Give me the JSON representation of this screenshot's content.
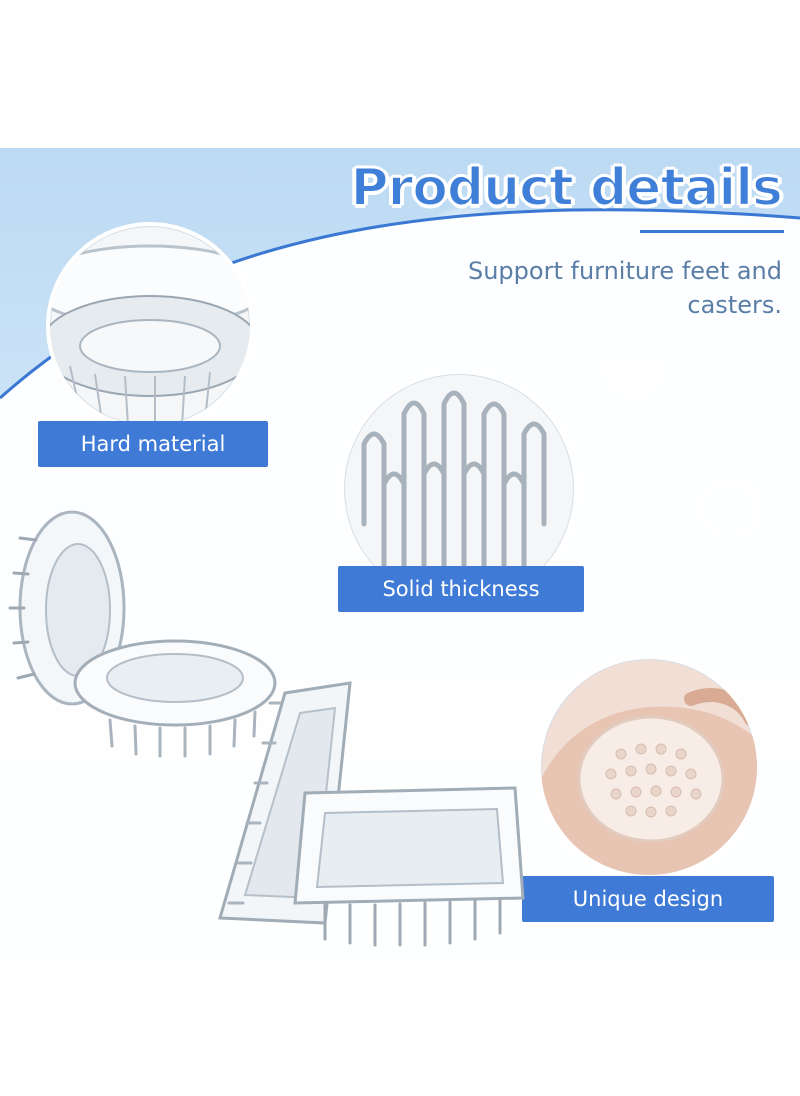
{
  "header": {
    "title": "Product details",
    "subtitle": "Support furniture feet and casters."
  },
  "labels": {
    "hard_material": "Hard material",
    "solid_thickness": "Solid thickness",
    "unique_design": "Unique design"
  },
  "colors": {
    "accent": "#3f7bd6",
    "title": "#3f7fd8",
    "subtitle": "#5a7ea6",
    "background_top": "#bcdaf3",
    "background_bottom": "#ecf4fb"
  }
}
